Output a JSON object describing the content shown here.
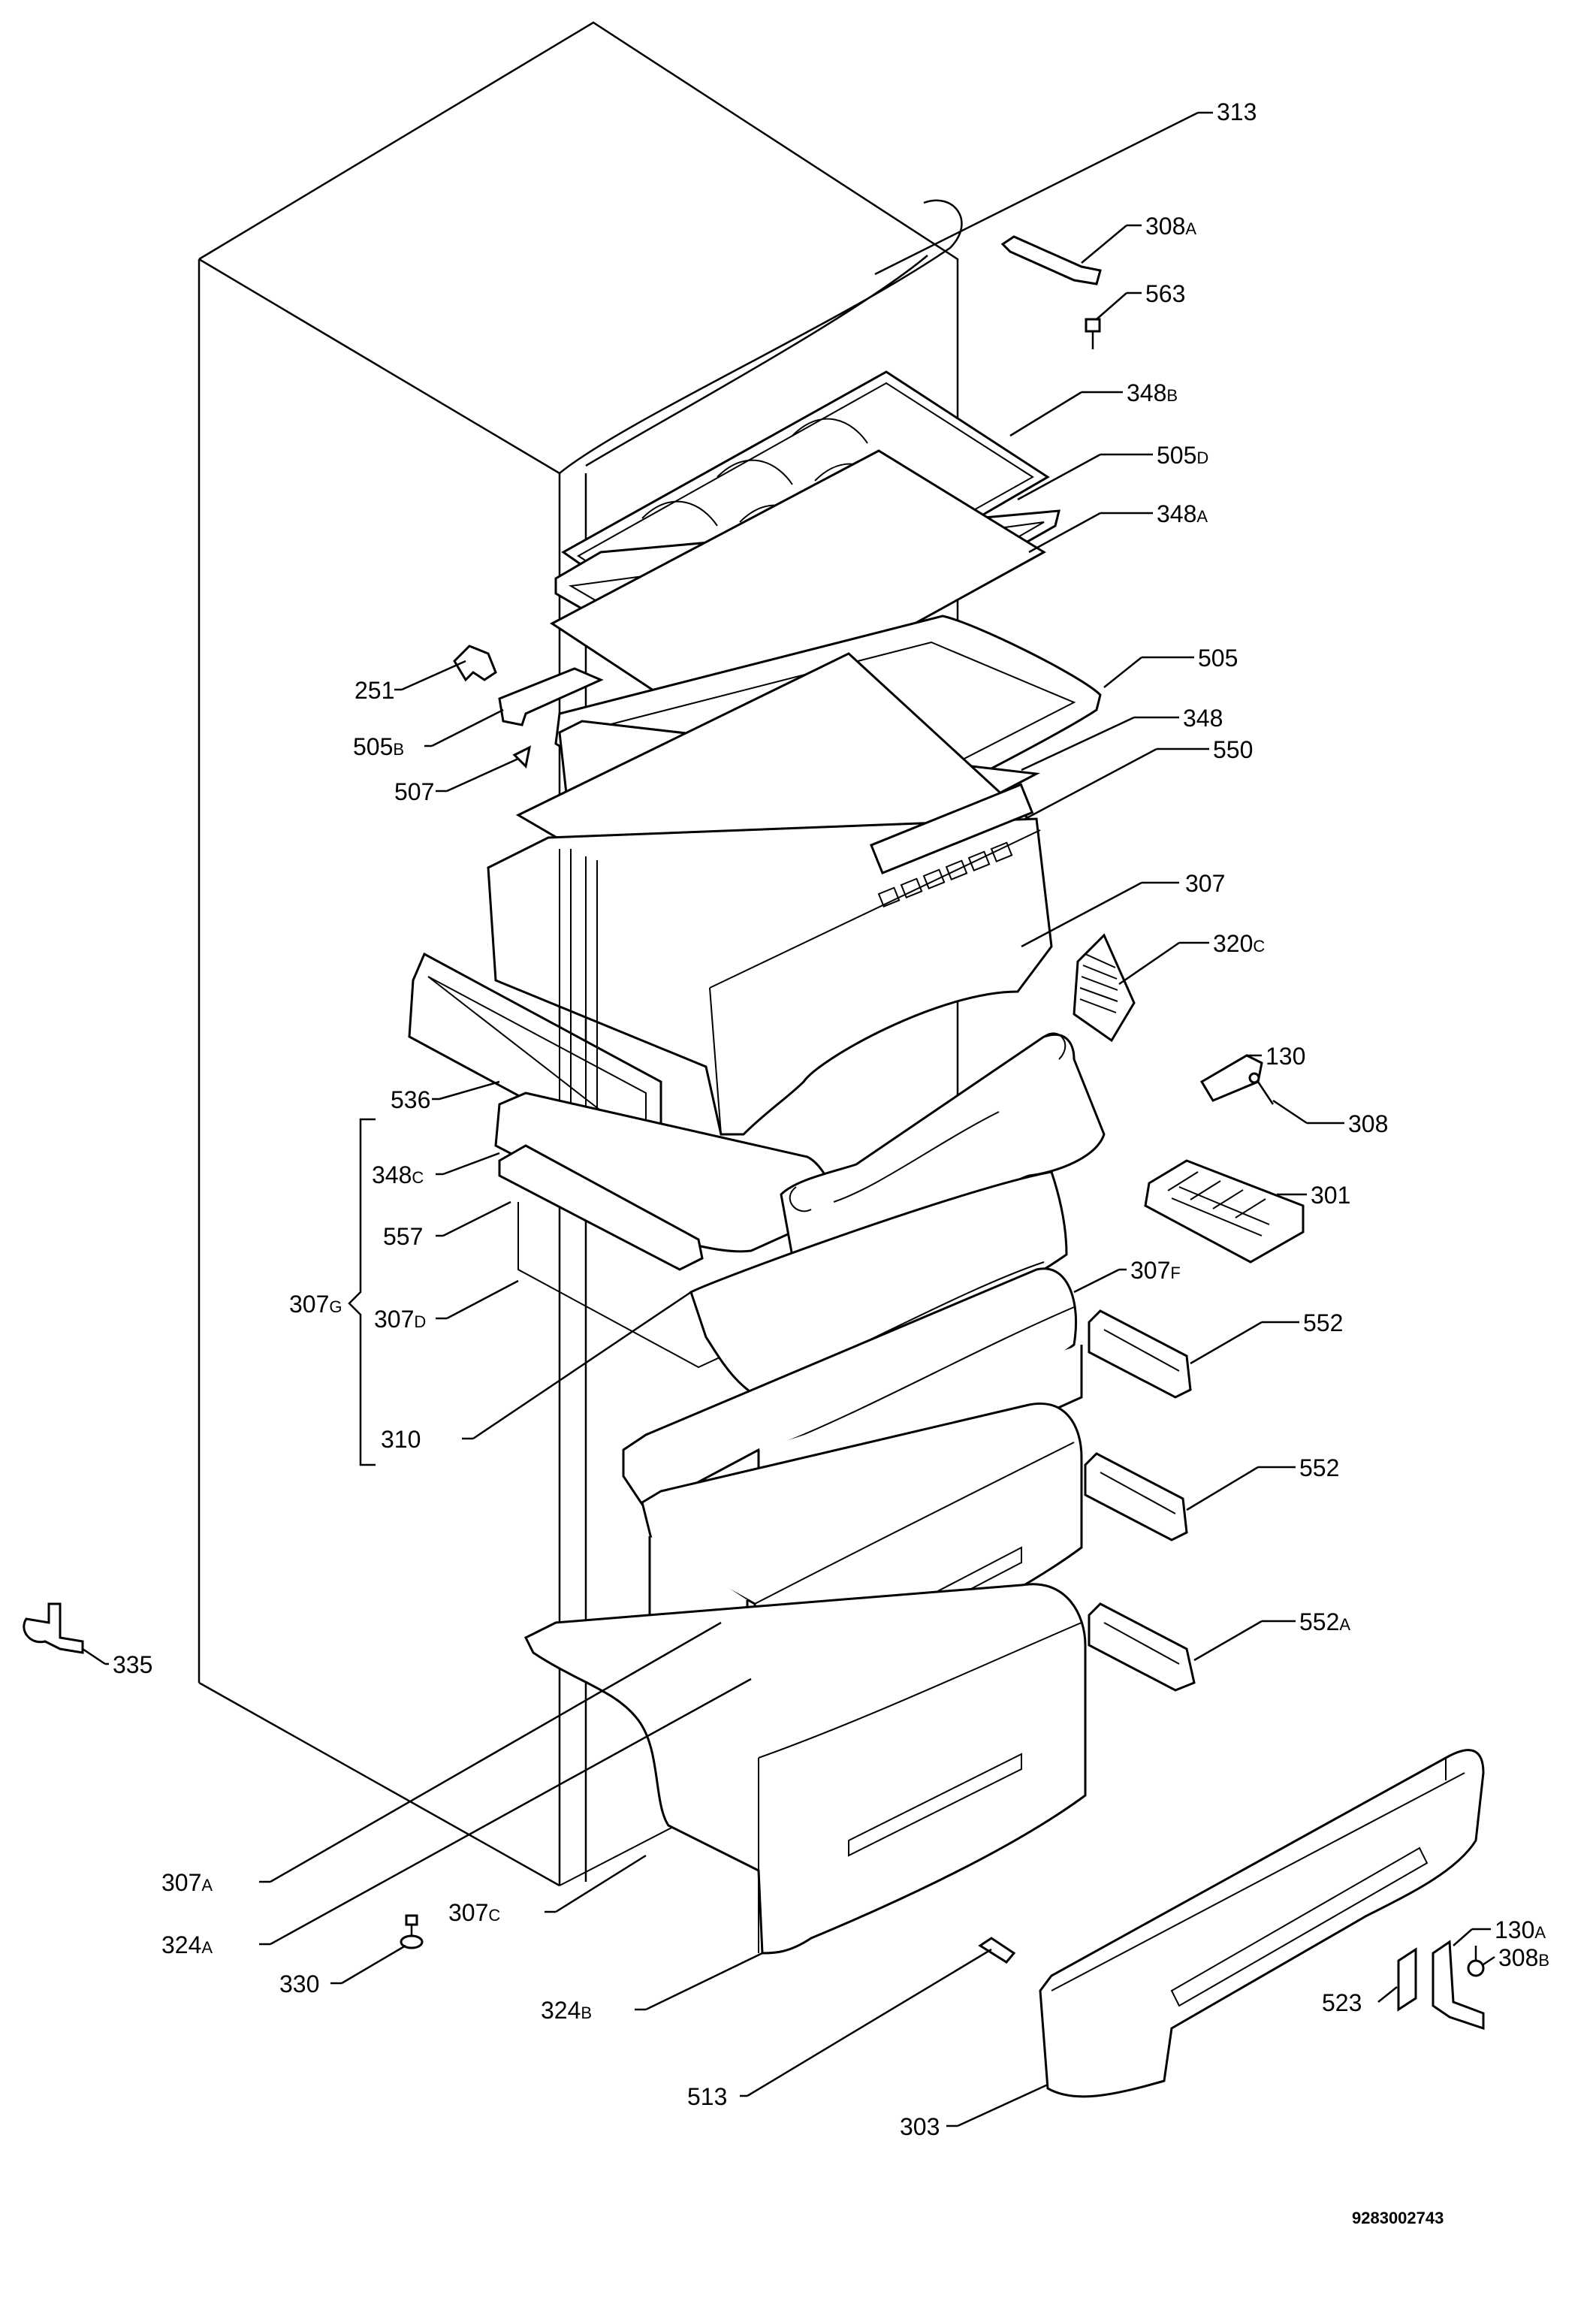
{
  "diagram": {
    "document_code": "9283002743",
    "labels": [
      {
        "id": "313",
        "num": "313",
        "suffix": ""
      },
      {
        "id": "308A",
        "num": "308",
        "suffix": "A"
      },
      {
        "id": "563",
        "num": "563",
        "suffix": ""
      },
      {
        "id": "348B",
        "num": "348",
        "suffix": "B"
      },
      {
        "id": "505D",
        "num": "505",
        "suffix": "D"
      },
      {
        "id": "348A",
        "num": "348",
        "suffix": "A"
      },
      {
        "id": "251",
        "num": "251",
        "suffix": ""
      },
      {
        "id": "505",
        "num": "505",
        "suffix": ""
      },
      {
        "id": "505B",
        "num": "505",
        "suffix": "B"
      },
      {
        "id": "348",
        "num": "348",
        "suffix": ""
      },
      {
        "id": "507",
        "num": "507",
        "suffix": ""
      },
      {
        "id": "550",
        "num": "550",
        "suffix": ""
      },
      {
        "id": "307",
        "num": "307",
        "suffix": ""
      },
      {
        "id": "320C",
        "num": "320",
        "suffix": "C"
      },
      {
        "id": "130",
        "num": "130",
        "suffix": ""
      },
      {
        "id": "536",
        "num": "536",
        "suffix": ""
      },
      {
        "id": "308",
        "num": "308",
        "suffix": ""
      },
      {
        "id": "348C",
        "num": "348",
        "suffix": "C"
      },
      {
        "id": "301",
        "num": "301",
        "suffix": ""
      },
      {
        "id": "557",
        "num": "557",
        "suffix": ""
      },
      {
        "id": "307F",
        "num": "307",
        "suffix": "F"
      },
      {
        "id": "307G",
        "num": "307",
        "suffix": "G"
      },
      {
        "id": "307D",
        "num": "307",
        "suffix": "D"
      },
      {
        "id": "552a",
        "num": "552",
        "suffix": ""
      },
      {
        "id": "310",
        "num": "310",
        "suffix": ""
      },
      {
        "id": "552b",
        "num": "552",
        "suffix": ""
      },
      {
        "id": "552A",
        "num": "552",
        "suffix": "A"
      },
      {
        "id": "335",
        "num": "335",
        "suffix": ""
      },
      {
        "id": "307A",
        "num": "307",
        "suffix": "A"
      },
      {
        "id": "324A",
        "num": "324",
        "suffix": "A"
      },
      {
        "id": "307C",
        "num": "307",
        "suffix": "C"
      },
      {
        "id": "330",
        "num": "330",
        "suffix": ""
      },
      {
        "id": "130A",
        "num": "130",
        "suffix": "A"
      },
      {
        "id": "308B",
        "num": "308",
        "suffix": "B"
      },
      {
        "id": "523",
        "num": "523",
        "suffix": ""
      },
      {
        "id": "324B",
        "num": "324",
        "suffix": "B"
      },
      {
        "id": "513",
        "num": "513",
        "suffix": ""
      },
      {
        "id": "303",
        "num": "303",
        "suffix": ""
      }
    ]
  }
}
